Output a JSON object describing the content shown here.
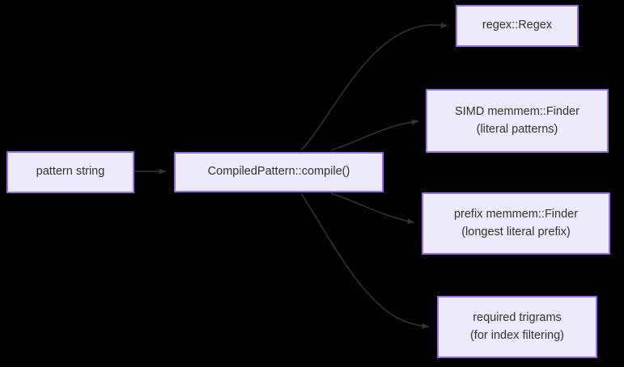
{
  "diagram": {
    "type": "flowchart",
    "background_color": "#000000",
    "node_fill_color": "#ECEAFB",
    "node_border_color": "#9670E0",
    "node_text_color": "#333333",
    "edge_color": "#333333",
    "nodes": [
      {
        "id": "pattern-string",
        "lines": [
          "pattern string"
        ]
      },
      {
        "id": "compile",
        "lines": [
          "CompiledPattern::compile()"
        ]
      },
      {
        "id": "regex",
        "lines": [
          "regex::Regex"
        ]
      },
      {
        "id": "simd",
        "lines": [
          "SIMD memmem::Finder",
          "(literal patterns)"
        ]
      },
      {
        "id": "prefix",
        "lines": [
          "prefix memmem::Finder",
          "(longest literal prefix)"
        ]
      },
      {
        "id": "trigrams",
        "lines": [
          "required trigrams",
          "(for index filtering)"
        ]
      }
    ],
    "edges": [
      {
        "from": "pattern-string",
        "to": "compile",
        "label": ""
      },
      {
        "from": "compile",
        "to": "regex",
        "label": ""
      },
      {
        "from": "compile",
        "to": "simd",
        "label": ""
      },
      {
        "from": "compile",
        "to": "prefix",
        "label": ""
      },
      {
        "from": "compile",
        "to": "trigrams",
        "label": ""
      }
    ]
  }
}
